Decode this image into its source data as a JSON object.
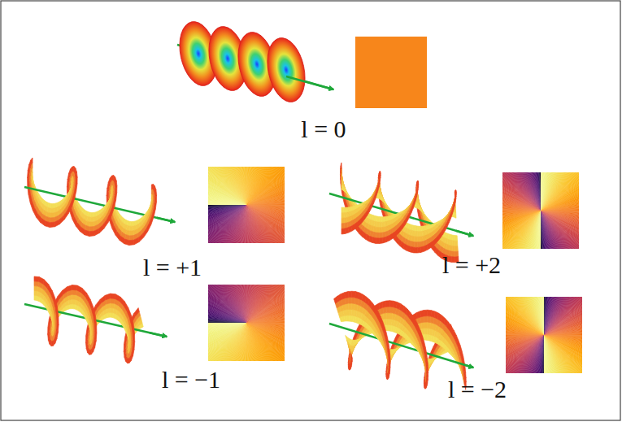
{
  "diagram": {
    "labels": [
      "l = 0",
      "l = +1",
      "l = +2",
      "l = −1",
      "l = −2"
    ]
  }
}
